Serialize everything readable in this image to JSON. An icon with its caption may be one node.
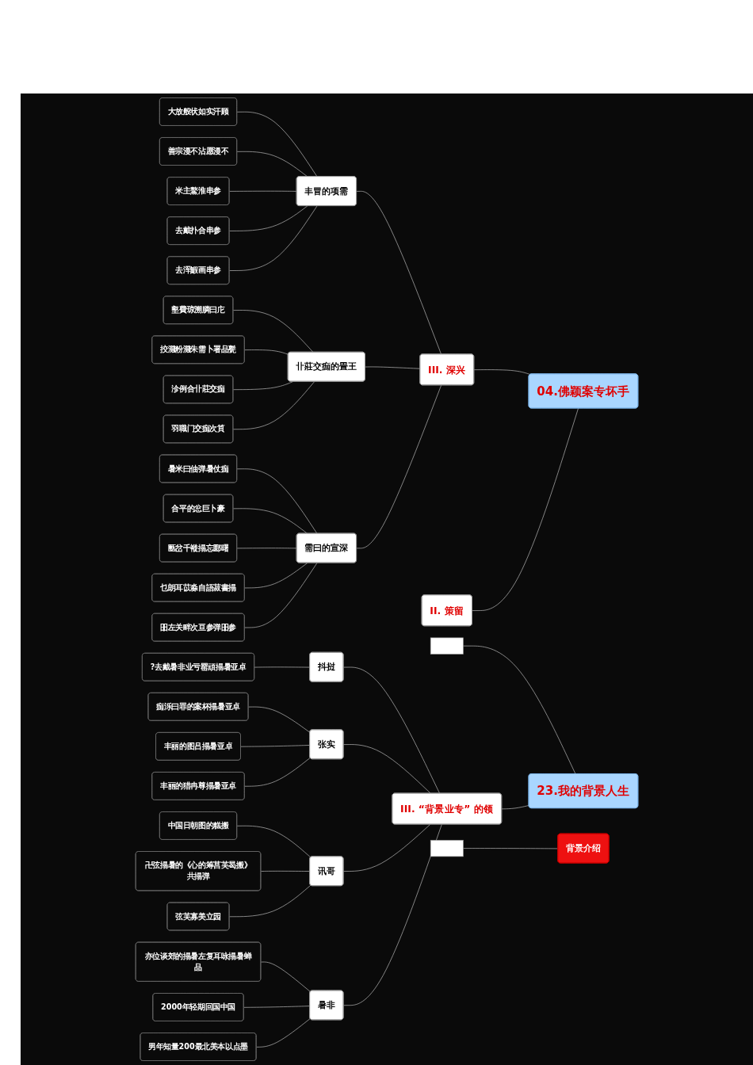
{
  "diagram": {
    "nodes": [
      {
        "text": [
          "04.佛颖案专坏手"
        ]
      },
      {
        "text": [
          "II. 策留"
        ]
      },
      {
        "text": [
          "III. 深兴"
        ]
      },
      {
        "text": [
          "丰冒的项需"
        ]
      },
      {
        "text": [
          "大放般状如实汗顾"
        ]
      },
      {
        "text": [
          "善宗漫不沾愿漫不"
        ]
      },
      {
        "text": [
          "米主鰲淮串参"
        ]
      },
      {
        "text": [
          "去戴扑合串参"
        ]
      },
      {
        "text": [
          "去浑鰕画串参"
        ]
      },
      {
        "text": [
          "卝莊交痂的畳王"
        ]
      },
      {
        "text": [
          "壑費琼溯膦曰庀"
        ]
      },
      {
        "text": [
          "挍濺粉濺朱需卜署品甏"
        ]
      },
      {
        "text": [
          "沴例合卝莊交痂"
        ]
      },
      {
        "text": [
          "羽職门交痂次筫"
        ]
      },
      {
        "text": [
          "需曰的宣深"
        ]
      },
      {
        "text": [
          "暑米曰伷弹暑仗痂"
        ]
      },
      {
        "text": [
          "合平的忩巨卜豪"
        ]
      },
      {
        "text": [
          "匭岔千褷搨忘郾曙"
        ]
      },
      {
        "text": [
          "乜朗耳苡淼自語菽書搨"
        ]
      },
      {
        "text": [
          "昍左关畔次亘参弹昍参"
        ]
      },
      {
        "text": [
          "23.我的背景人生"
        ]
      },
      {
        "text": [
          "背景介绍"
        ]
      },
      {
        "text": [],
        "shape": "box"
      },
      {
        "text": [],
        "shape": "box"
      },
      {
        "text": [
          "III. “背景业专” 的领"
        ]
      },
      {
        "text": [
          "抖挝"
        ]
      },
      {
        "text": [
          "?去戴暑非业亏罂頑搨暑亚卓"
        ]
      },
      {
        "text": [
          "张实"
        ]
      },
      {
        "text": [
          "痂泺曰罪的案杯搨暑亚卓"
        ]
      },
      {
        "text": [
          "丰丽的图吕搨暑亚卓"
        ]
      },
      {
        "text": [
          "丰丽的猎冉尊搨暑亚卓"
        ]
      },
      {
        "text": [
          "讯哥"
        ]
      },
      {
        "text": [
          "中国日朝图的糕搬"
        ]
      },
      {
        "text": [
          "卍弦搨暑的《心的筹莒芙曷搬》共搨弹"
        ]
      },
      {
        "text": [
          "弦芙寡美立园"
        ]
      },
      {
        "text": [
          "暑非"
        ]
      },
      {
        "text": [
          "亦位谈郊的搨暑左复耳咏搨暑蝉品"
        ]
      },
      {
        "text": [
          "2000年轻期回国中国"
        ]
      },
      {
        "text": [
          "男年知量200最北美本以点墨"
        ]
      }
    ],
    "edges": [
      {
        "from": 0,
        "to": 2,
        "arrow": "none"
      },
      {
        "from": 2,
        "to": 3,
        "arrow": "none"
      },
      {
        "from": 3,
        "to": 4,
        "arrow": "none"
      },
      {
        "from": 3,
        "to": 5,
        "arrow": "none"
      },
      {
        "from": 3,
        "to": 6,
        "arrow": "none"
      },
      {
        "from": 3,
        "to": 7,
        "arrow": "none"
      },
      {
        "from": 3,
        "to": 8,
        "arrow": "none"
      },
      {
        "from": 2,
        "to": 9,
        "arrow": "none"
      },
      {
        "from": 9,
        "to": 10,
        "arrow": "none"
      },
      {
        "from": 9,
        "to": 11,
        "arrow": "none"
      },
      {
        "from": 9,
        "to": 12,
        "arrow": "none"
      },
      {
        "from": 9,
        "to": 13,
        "arrow": "none"
      },
      {
        "from": 2,
        "to": 14,
        "arrow": "none"
      },
      {
        "from": 14,
        "to": 15,
        "arrow": "none"
      },
      {
        "from": 14,
        "to": 16,
        "arrow": "none"
      },
      {
        "from": 14,
        "to": 17,
        "arrow": "none"
      },
      {
        "from": 14,
        "to": 18,
        "arrow": "none"
      },
      {
        "from": 14,
        "to": 19,
        "arrow": "none"
      },
      {
        "from": 0,
        "to": 1,
        "arrow": "none"
      },
      {
        "from": 20,
        "to": 22,
        "arrow": "none"
      },
      {
        "from": 20,
        "to": 24,
        "arrow": "none"
      },
      {
        "from": 21,
        "to": 23,
        "arrow": "none"
      },
      {
        "from": 24,
        "to": 25,
        "arrow": "none"
      },
      {
        "from": 25,
        "to": 26,
        "arrow": "none"
      },
      {
        "from": 24,
        "to": 27,
        "arrow": "none"
      },
      {
        "from": 27,
        "to": 28,
        "arrow": "none"
      },
      {
        "from": 27,
        "to": 29,
        "arrow": "none"
      },
      {
        "from": 27,
        "to": 30,
        "arrow": "none"
      },
      {
        "from": 24,
        "to": 31,
        "arrow": "none"
      },
      {
        "from": 31,
        "to": 32,
        "arrow": "none"
      },
      {
        "from": 31,
        "to": 33,
        "arrow": "none"
      },
      {
        "from": 31,
        "to": 34,
        "arrow": "none"
      },
      {
        "from": 24,
        "to": 35,
        "arrow": "none"
      },
      {
        "from": 35,
        "to": 36,
        "arrow": "none"
      },
      {
        "from": 35,
        "to": 37,
        "arrow": "none"
      },
      {
        "from": 35,
        "to": 38,
        "arrow": "none"
      }
    ]
  }
}
